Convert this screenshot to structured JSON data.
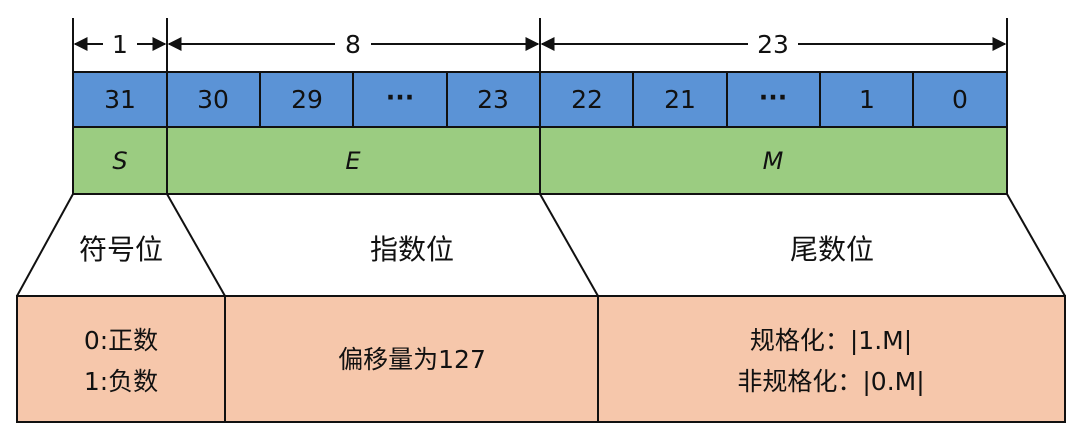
{
  "spans": [
    {
      "label": "1"
    },
    {
      "label": "8"
    },
    {
      "label": "23"
    }
  ],
  "bits": [
    "31",
    "30",
    "29",
    "···",
    "23",
    "22",
    "21",
    "···",
    "1",
    "0"
  ],
  "fields": [
    {
      "symbol": "S",
      "name": "符号位",
      "description": [
        "0:正数",
        "1:负数"
      ]
    },
    {
      "symbol": "E",
      "name": "指数位",
      "description": [
        "偏移量为127"
      ]
    },
    {
      "symbol": "M",
      "name": "尾数位",
      "description": [
        "规格化：|1.M|",
        "非规格化：|0.M|"
      ]
    }
  ],
  "colors": {
    "bit_row": "#5b93d6",
    "field_row": "#9bcc81",
    "description_row": "#f6c7ab",
    "stroke": "#111111"
  }
}
